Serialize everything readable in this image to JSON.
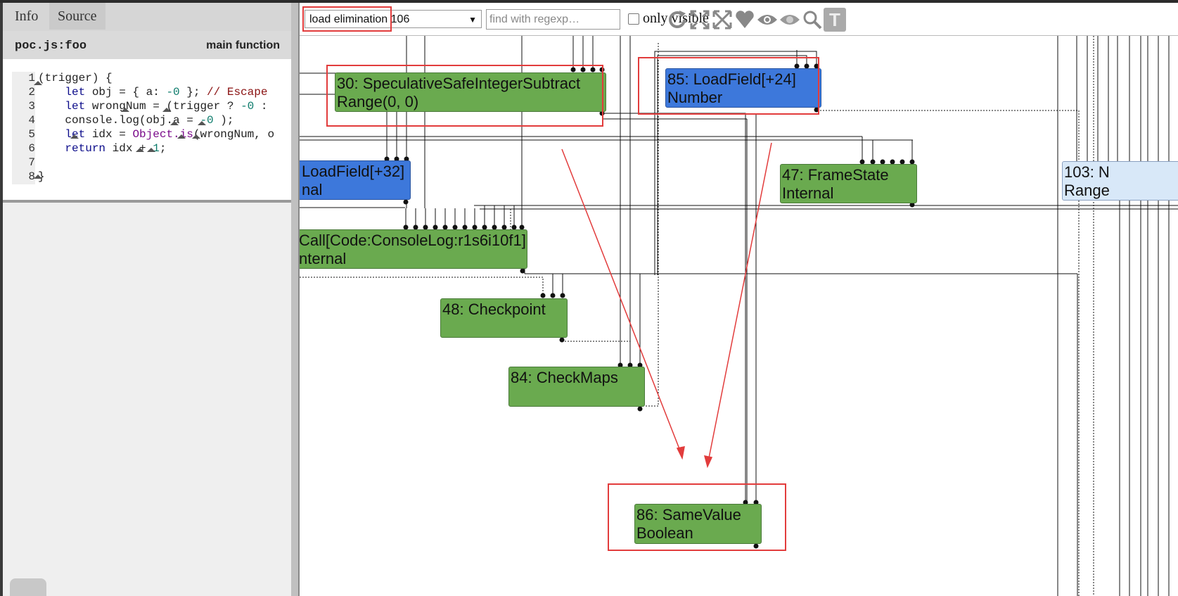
{
  "tabs": {
    "info": "Info",
    "source": "Source"
  },
  "source": {
    "file": "poc.js:foo",
    "function": "main function",
    "lines": [
      {
        "n": "1",
        "html": "(trigger) {"
      },
      {
        "n": "2",
        "html": "    <span class=\"kw\">let</span> obj = { a: <span class=\"num\">-0</span> }; <span class=\"cm\">// Escape</span>"
      },
      {
        "n": "3",
        "html": "    <span class=\"kw\">let</span> wrongNum = (trigger ? <span class=\"num\">-0</span> :"
      },
      {
        "n": "4",
        "html": "    console.log(obj.a = <span class=\"num\">-0</span> );"
      },
      {
        "n": "5",
        "html": "    <span class=\"kw\">let</span> idx = <span class=\"fn\">Object.is</span>(wrongNum, o"
      },
      {
        "n": "6",
        "html": "    <span class=\"kw\">return</span> idx + <span class=\"num\">1</span>;"
      },
      {
        "n": "7",
        "html": ""
      },
      {
        "n": "8",
        "html": "}"
      }
    ]
  },
  "toolbar": {
    "phase_label": "load elimination",
    "phase_number": "106",
    "search_placeholder": "find with regexp…",
    "only_visible_label": "only visible",
    "only_visible_checked": false,
    "icons": [
      "relayout-icon",
      "show-all-icon",
      "toggle-hide-dead-icon",
      "hide-unselected-icon",
      "show-selected-icon",
      "hide-selected-icon",
      "zoom-selection-icon",
      "toggle-types-icon"
    ]
  },
  "graph": {
    "nodes": [
      {
        "id": "n30",
        "line1": "30: SpeculativeSafeIntegerSubtract",
        "line2": "Range(0, 0)",
        "color": "green"
      },
      {
        "id": "n85",
        "line1": "85: LoadField[+24]",
        "line2": "Number",
        "color": "blue"
      },
      {
        "id": "nLF32",
        "line1": "LoadField[+32]",
        "line2": "nal",
        "color": "blue"
      },
      {
        "id": "n47",
        "line1": "47: FrameState",
        "line2": "Internal",
        "color": "green"
      },
      {
        "id": "n103",
        "line1": "103: N",
        "line2": "Range",
        "color": "light"
      },
      {
        "id": "nCall",
        "line1": "Call[Code:ConsoleLog:r1s6i10f1]",
        "line2": "nternal",
        "color": "green"
      },
      {
        "id": "n48",
        "line1": "48: Checkpoint",
        "line2": "",
        "color": "green"
      },
      {
        "id": "n84",
        "line1": "84: CheckMaps",
        "line2": "",
        "color": "green"
      },
      {
        "id": "n86",
        "line1": "86: SameValue",
        "line2": "Boolean",
        "color": "green"
      }
    ]
  },
  "colors": {
    "annotation_red": "#e23c3c",
    "node_green": "#6aaa4f",
    "node_blue": "#3d78db"
  }
}
